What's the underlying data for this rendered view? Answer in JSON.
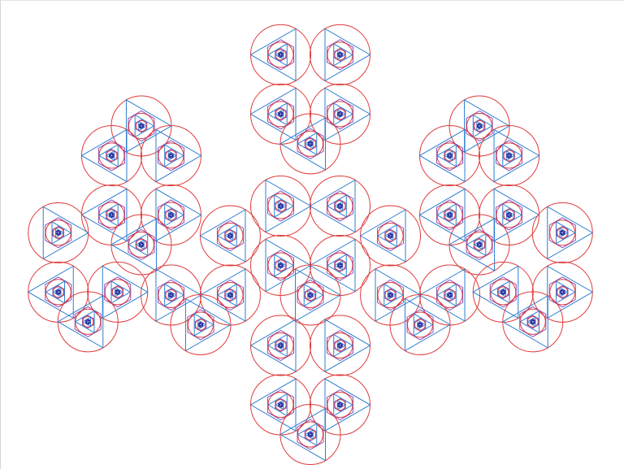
{
  "figure": {
    "motif": "nested-circle-triangle-hexagon-rosette",
    "nesting_levels": 4,
    "colors": {
      "circle": "#e03c3c",
      "triangle": "#2f7fd0",
      "hexagon": "#8a50c0",
      "core": "#1e2f9a"
    },
    "layout": "diamond-fractal-of-rosettes"
  }
}
